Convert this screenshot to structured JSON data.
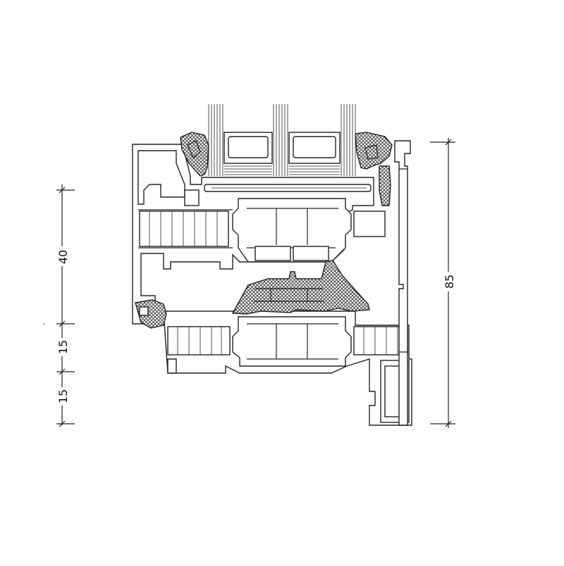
{
  "drawing": {
    "dimensions": {
      "left": [
        {
          "label": "40",
          "value": 40
        },
        {
          "label": "15",
          "value": 15
        },
        {
          "label": "15",
          "value": 15
        }
      ],
      "right": [
        {
          "label": "85",
          "value": 85
        }
      ]
    }
  }
}
